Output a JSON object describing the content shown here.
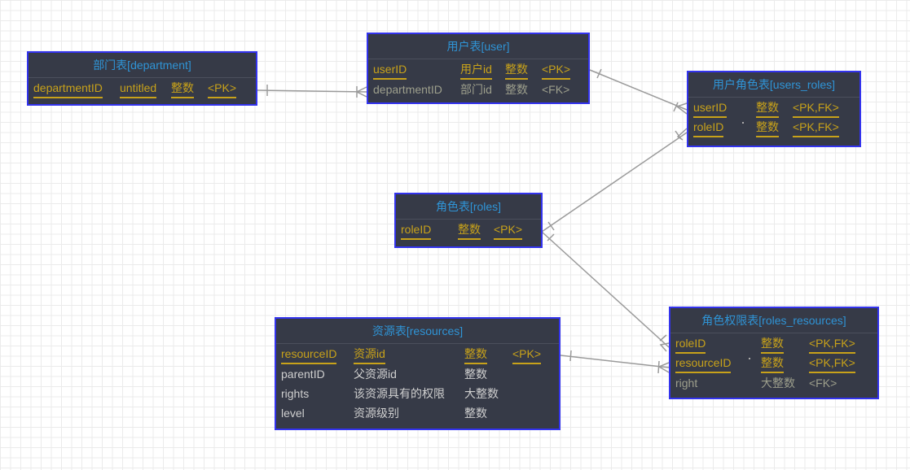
{
  "diagram": {
    "type": "ER diagram",
    "colors": {
      "entity_bg": "#363a47",
      "entity_border": "#3333ee",
      "title_text": "#2f94d6",
      "key_text": "#c8a21a",
      "fk_text": "#9d9f8c",
      "plain_text": "#cfcfcf",
      "connector": "#9a9a9a"
    },
    "entities": {
      "department": {
        "title": "部门表[department]",
        "rows": [
          {
            "name": "departmentID",
            "comment": "untitled",
            "type": "整数",
            "key": "<PK>",
            "style": "key"
          }
        ]
      },
      "user": {
        "title": "用户表[user]",
        "rows": [
          {
            "name": "userID",
            "comment": "用户id",
            "type": "整数",
            "key": "<PK>",
            "style": "key"
          },
          {
            "name": "departmentID",
            "comment": "部门id",
            "type": "整数",
            "key": "<FK>",
            "style": "fk"
          }
        ]
      },
      "users_roles": {
        "title": "用户角色表[users_roles]",
        "rows": [
          {
            "name": "userID",
            "comment": "",
            "type": "整数",
            "key": "<PK,FK>",
            "style": "key"
          },
          {
            "name": "roleID",
            "comment": "",
            "type": "整数",
            "key": "<PK,FK>",
            "style": "key"
          }
        ]
      },
      "roles": {
        "title": "角色表[roles]",
        "rows": [
          {
            "name": "roleID",
            "comment": "",
            "type": "整数",
            "key": "<PK>",
            "style": "key"
          }
        ]
      },
      "resources": {
        "title": "资源表[resources]",
        "rows": [
          {
            "name": "resourceID",
            "comment": "资源id",
            "type": "整数",
            "key": "<PK>",
            "style": "key"
          },
          {
            "name": "parentID",
            "comment": "父资源id",
            "type": "整数",
            "key": "",
            "style": "plain"
          },
          {
            "name": "rights",
            "comment": "该资源具有的权限",
            "type": "大整数",
            "key": "",
            "style": "plain"
          },
          {
            "name": "level",
            "comment": "资源级别",
            "type": "整数",
            "key": "",
            "style": "plain"
          }
        ]
      },
      "roles_resources": {
        "title": "角色权限表[roles_resources]",
        "rows": [
          {
            "name": "roleID",
            "comment": "",
            "type": "整数",
            "key": "<PK,FK>",
            "style": "key"
          },
          {
            "name": "resourceID",
            "comment": "",
            "type": "整数",
            "key": "<PK,FK>",
            "style": "key"
          },
          {
            "name": "right",
            "comment": "",
            "type": "大整数",
            "key": "<FK>",
            "style": "fk"
          }
        ]
      }
    },
    "relationships": [
      {
        "from": "department",
        "to": "user",
        "from_card": "one",
        "to_card": "many"
      },
      {
        "from": "user",
        "to": "users_roles",
        "from_card": "one",
        "to_card": "many"
      },
      {
        "from": "roles",
        "to": "users_roles",
        "from_card": "one",
        "to_card": "many"
      },
      {
        "from": "roles",
        "to": "roles_resources",
        "from_card": "one",
        "to_card": "many"
      },
      {
        "from": "resources",
        "to": "roles_resources",
        "from_card": "one",
        "to_card": "many"
      }
    ]
  }
}
